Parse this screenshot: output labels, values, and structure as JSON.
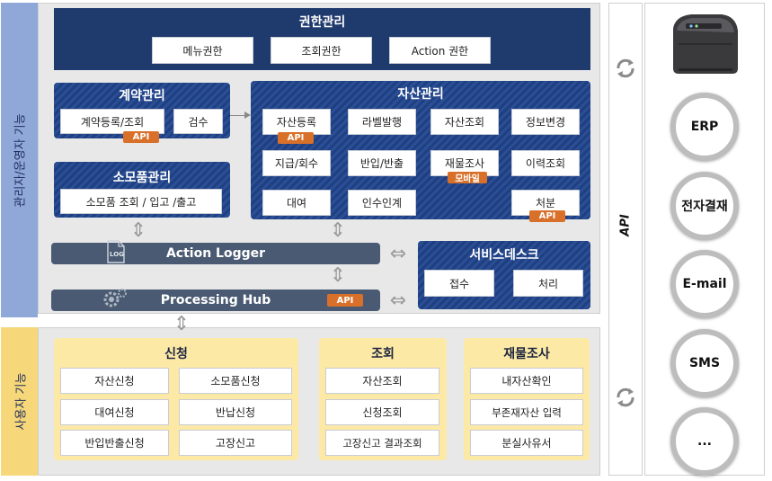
{
  "side_labels": {
    "admin": "관리자/운영자 기능",
    "user": "사용자 기능",
    "api": "API"
  },
  "permission": {
    "title": "권한관리",
    "items": [
      "메뉴권한",
      "조회권한",
      "Action 권한"
    ]
  },
  "contract": {
    "title": "계약관리",
    "items": [
      "계약등록/조회",
      "검수"
    ],
    "badge": "API"
  },
  "consumable": {
    "title": "소모품관리",
    "item": "소모품 조회 / 입고 /출고"
  },
  "asset": {
    "title": "자산관리",
    "items": [
      "자산등록",
      "라벨발행",
      "자산조회",
      "정보변경",
      "지급/회수",
      "반입/반출",
      "재물조사",
      "이력조회",
      "대여",
      "인수인계",
      "처분"
    ],
    "badges": {
      "register": "API",
      "inventory": "모바일",
      "dispose": "API"
    }
  },
  "logger": {
    "label": "Action Logger",
    "icon_text": "LOG"
  },
  "hub": {
    "label": "Processing Hub",
    "badge": "API"
  },
  "servicedesk": {
    "title": "서비스데스크",
    "items": [
      "접수",
      "처리"
    ]
  },
  "request": {
    "title": "신청",
    "items": [
      "자산신청",
      "소모품신청",
      "대여신청",
      "반납신청",
      "반입반출신청",
      "고장신고"
    ]
  },
  "inquiry": {
    "title": "조회",
    "items": [
      "자산조회",
      "신청조회",
      "고장신고 결과조회"
    ]
  },
  "inventory_check": {
    "title": "재물조사",
    "items": [
      "내자산확인",
      "부존재자산 입력",
      "분실사유서"
    ]
  },
  "integrations": [
    "ERP",
    "전자결재",
    "E-mail",
    "SMS",
    "..."
  ],
  "icons": [
    "gear-icon",
    "log-file-icon",
    "sync-icon",
    "printer-icon",
    "double-arrow-icon"
  ],
  "colors": {
    "navy": "#1f3a6d",
    "stripe": "#2a4f96",
    "badge": "#d9702a",
    "yellow": "#fde9a6",
    "bar": "#4a5a72"
  }
}
